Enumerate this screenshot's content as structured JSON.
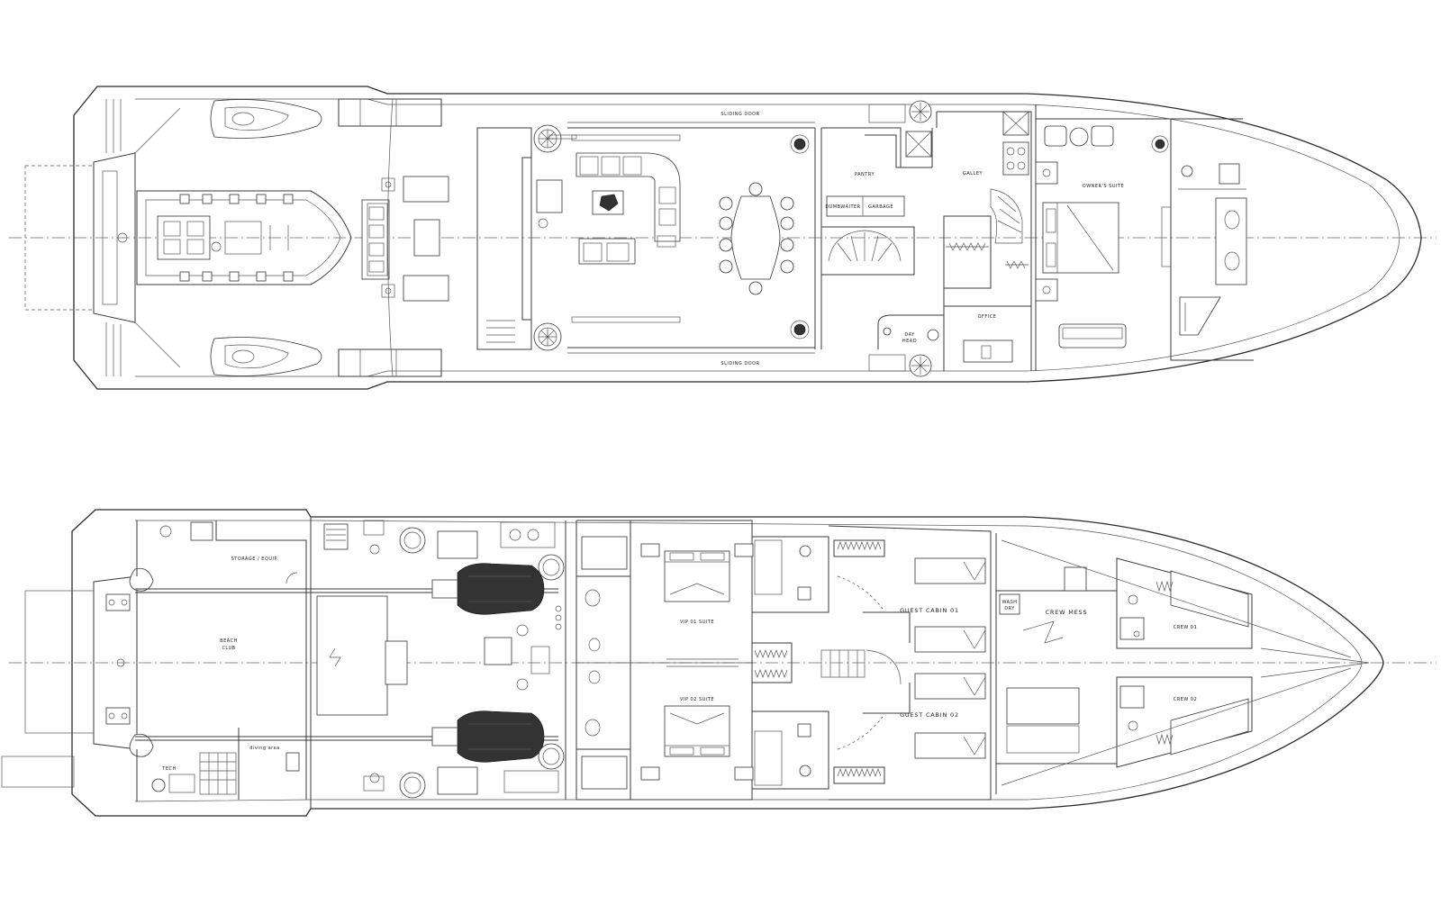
{
  "main_deck": {
    "labels": {
      "sliding_door_top": "SLIDING DOOR",
      "sliding_door_bottom": "SLIDING DOOR",
      "pantry": "PANTRY",
      "galley": "GALLEY",
      "owners_suite": "OWNER'S SUITE",
      "office": "OFFICE",
      "day_head": "DAY",
      "day_head_2": "HEAD",
      "dumbwaiter": "DUMBWAITER",
      "garbage": "GARBAGE"
    }
  },
  "lower_deck": {
    "labels": {
      "storage": "STORAGE / EQUIP.",
      "beach_club_1": "BEACH",
      "beach_club_2": "CLUB",
      "tech": "TECH",
      "diving_area": "diving area",
      "vip_01": "VIP 01 SUITE",
      "vip_02": "VIP 02 SUITE",
      "guest_cabin_01": "GUEST CABIN 01",
      "guest_cabin_02": "GUEST CABIN 02",
      "crew_mess": "CREW MESS",
      "crew_01": "CREW 01",
      "crew_02": "CREW 02",
      "wash_dry_1": "WASH",
      "wash_dry_2": "DRY"
    }
  }
}
